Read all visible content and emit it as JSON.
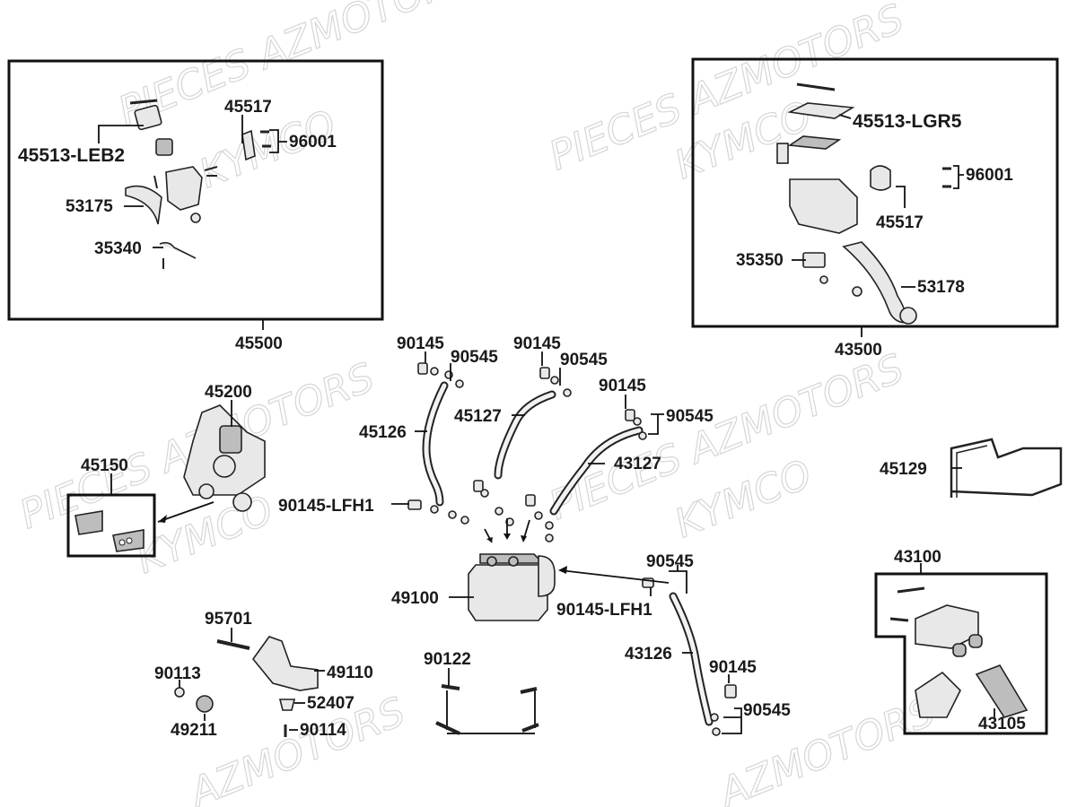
{
  "watermarks": [
    {
      "id": "wm1",
      "text": "PIECES AZMOTORS"
    },
    {
      "id": "wm2",
      "text": "KYMCO"
    },
    {
      "id": "wm3",
      "text": "PIECES AZMOTORS"
    },
    {
      "id": "wm4",
      "text": "KYMCO"
    },
    {
      "id": "wm5",
      "text": "PIECES AZMOTORS"
    },
    {
      "id": "wm6",
      "text": "KYMCO"
    },
    {
      "id": "wm7",
      "text": "PIECES AZMOTORS"
    },
    {
      "id": "wm8",
      "text": "KYMCO"
    },
    {
      "id": "wm9",
      "text": "AZMOTORS"
    },
    {
      "id": "wm10",
      "text": "AZMOTORS"
    }
  ],
  "assemblies": {
    "left_master": "45500",
    "right_master": "43500",
    "pads_front": "45150",
    "rear_caliper": "43100"
  },
  "labels": {
    "l45513_leb2": "45513-LEB2",
    "l45517_a": "45517",
    "l96001_a": "96001",
    "l53175": "53175",
    "l35340": "35340",
    "l45513_lgr5": "45513-LGR5",
    "l96001_b": "96001",
    "l45517_b": "45517",
    "l35350": "35350",
    "l53178": "53178",
    "l45200": "45200",
    "l90145_a": "90145",
    "l90545_a": "90545",
    "l90145_b": "90145",
    "l90545_b": "90545",
    "l90145_c": "90145",
    "l90545_c": "90545",
    "l45126": "45126",
    "l45127": "45127",
    "l43127": "43127",
    "l90145_lfh1_a": "90145-LFH1",
    "l45129": "45129",
    "l49100": "49100",
    "l90545_d": "90545",
    "l90145_lfh1_b": "90145-LFH1",
    "l95701": "95701",
    "l49110": "49110",
    "l90113": "90113",
    "l52407": "52407",
    "l49211": "49211",
    "l90114": "90114",
    "l90122": "90122",
    "l43126": "43126",
    "l90145_d": "90145",
    "l90545_e": "90545",
    "l43105": "43105"
  },
  "icons": {
    "brake_lever": "brake-lever-icon",
    "master_cylinder": "master-cylinder-icon",
    "caliper": "brake-caliper-icon",
    "abs_unit": "abs-modulator-icon",
    "hose": "brake-hose-icon"
  }
}
